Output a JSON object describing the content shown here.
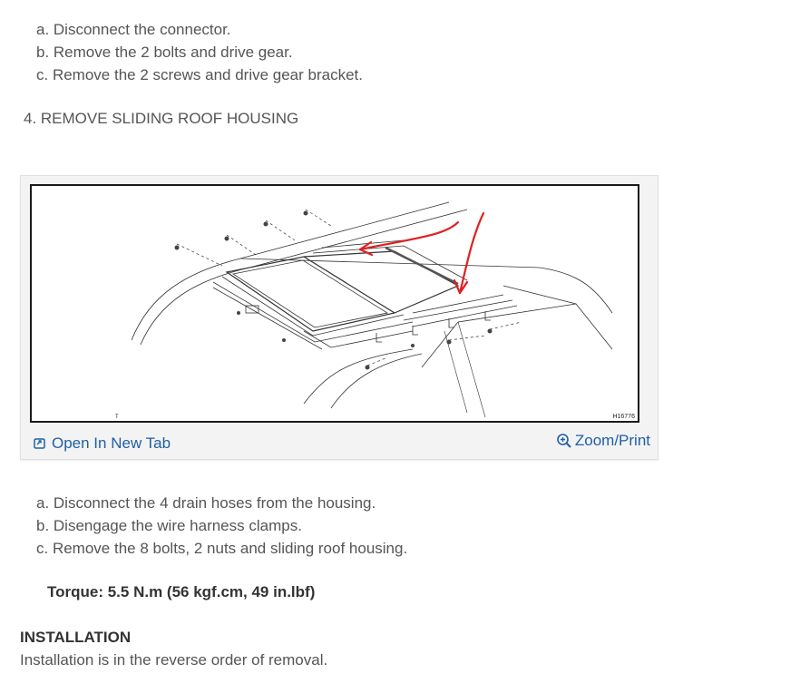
{
  "steps_top": [
    "a. Disconnect the connector.",
    "b. Remove the 2 bolts and drive gear.",
    "c. Remove the 2 screws and drive gear bracket."
  ],
  "section_heading": "4. REMOVE SLIDING ROOF HOUSING",
  "figure": {
    "code": "H16776",
    "corner_mark": "T",
    "open_tab_label": "Open In New Tab",
    "zoom_print_label": "Zoom/Print",
    "open_tab_icon": "external-link-icon",
    "zoom_icon": "zoom-in-icon",
    "link_color": "#1f5fa6",
    "arrow_color": "#e02020"
  },
  "steps_bottom": [
    "a. Disconnect the 4 drain hoses from the housing.",
    "b. Disengage the wire harness clamps.",
    "c. Remove the 8 bolts, 2 nuts and sliding roof housing."
  ],
  "torque": "Torque: 5.5 N.m (56 kgf.cm, 49 in.lbf)",
  "installation": {
    "heading": "INSTALLATION",
    "text": "Installation is in the reverse order of removal."
  }
}
